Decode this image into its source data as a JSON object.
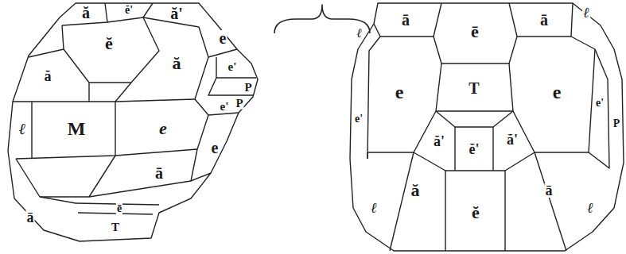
{
  "diagram": {
    "labels": [
      "ă",
      "ĕ'",
      "ă'",
      "ĕ",
      "ă",
      "e",
      "ă",
      "e'",
      "P",
      "P",
      "e'",
      "ℓ",
      "M",
      "e",
      "e",
      "ā",
      "ā",
      "ē",
      "T",
      "ā",
      "ē",
      "ā",
      "ℓ",
      "ℓ",
      "e",
      "T",
      "e",
      "e'",
      "P",
      "e'",
      "ă'",
      "ĕ'",
      "ă'",
      "ă",
      "ā",
      "ĕ",
      "ℓ",
      "ℓ"
    ]
  }
}
